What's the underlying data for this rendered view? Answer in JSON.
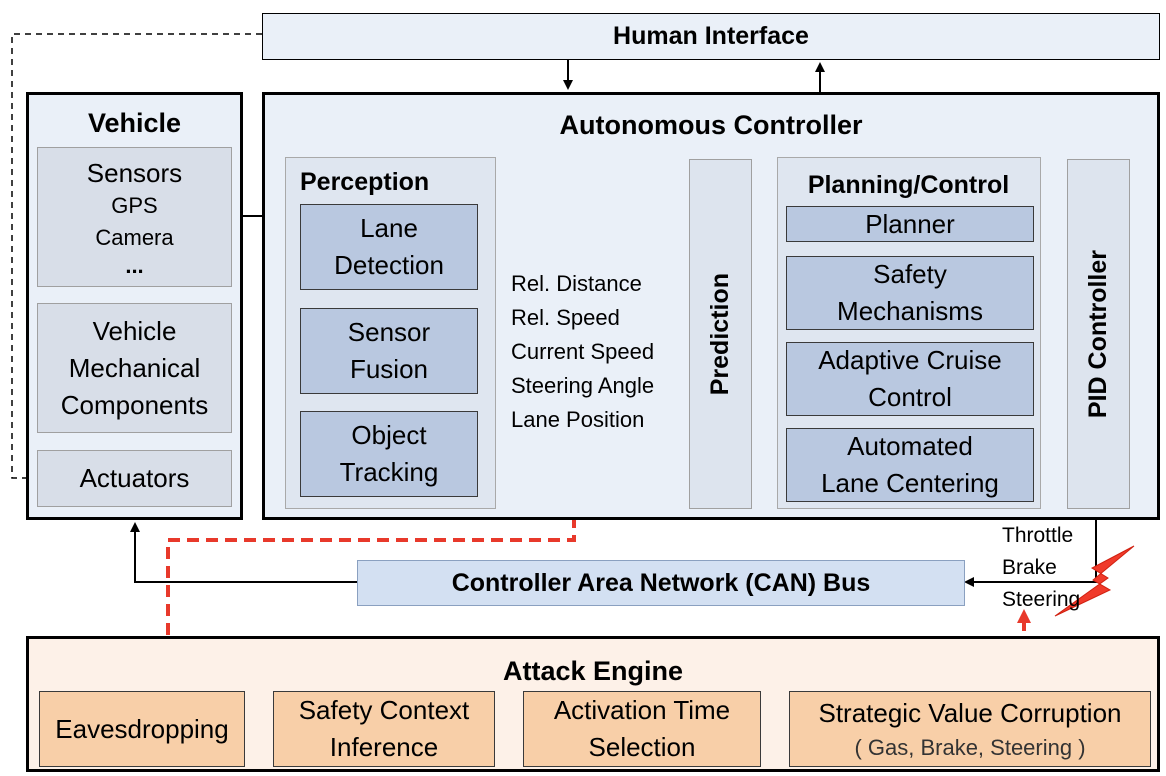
{
  "human_interface": {
    "label": "Human Interface"
  },
  "vehicle": {
    "title": "Vehicle",
    "sensors": {
      "title": "Sensors",
      "items": [
        "GPS",
        "Camera",
        "..."
      ]
    },
    "mechanical": {
      "lines": [
        "Vehicle",
        "Mechanical",
        "Components"
      ]
    },
    "actuators": "Actuators"
  },
  "controller": {
    "title": "Autonomous Controller",
    "perception": {
      "title": "Perception",
      "lane_detection": [
        "Lane",
        "Detection"
      ],
      "sensor_fusion": [
        "Sensor",
        "Fusion"
      ],
      "object_tracking": [
        "Object",
        "Tracking"
      ]
    },
    "signals": [
      "Rel. Distance",
      "Rel. Speed",
      "Current Speed",
      "Steering Angle",
      "Lane Position"
    ],
    "prediction": "Prediction",
    "planning": {
      "title": "Planning/Control",
      "planner": "Planner",
      "safety": [
        "Safety",
        "Mechanisms"
      ],
      "acc": [
        "Adaptive Cruise",
        "Control"
      ],
      "alc": [
        "Automated",
        "Lane Centering"
      ]
    },
    "pid": "PID Controller"
  },
  "control_signals": [
    "Throttle",
    "Brake",
    "Steering"
  ],
  "can_bus": "Controller Area Network (CAN) Bus",
  "attack_engine": {
    "title": "Attack Engine",
    "eavesdropping": "Eavesdropping",
    "safety_context": [
      "Safety Context",
      "Inference"
    ],
    "activation": [
      "Activation Time",
      "Selection"
    ],
    "corruption": "Strategic Value Corruption",
    "corruption_sub": "( Gas, Brake, Steering )"
  },
  "colors": {
    "attack_arrow": "#e8392b",
    "lightning": "#f03a2a",
    "module_fill": "#b9c8e0",
    "attack_fill": "#f8cfa8"
  }
}
